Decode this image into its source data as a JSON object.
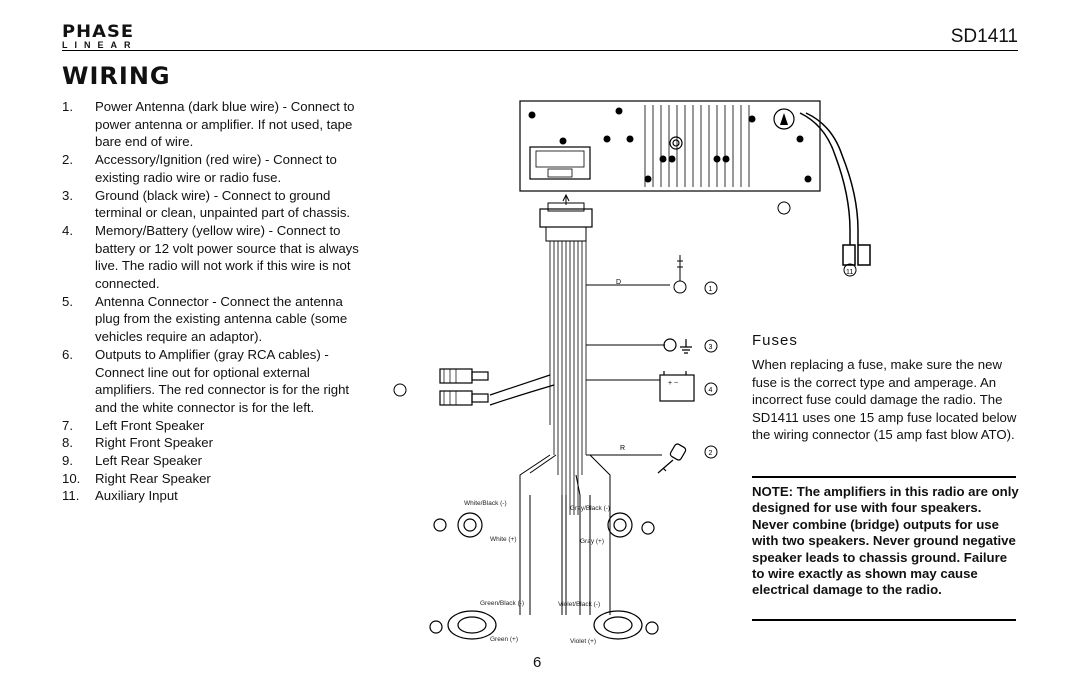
{
  "header": {
    "logo_top": "PHASE",
    "logo_bottom": "LINEAR",
    "model": "SD1411"
  },
  "section_title": "WIRING",
  "steps": [
    {
      "num": "1.",
      "text": "Power Antenna (dark blue wire) - Connect to power antenna or amplifier. If not used, tape bare end of wire."
    },
    {
      "num": "2.",
      "text": "Accessory/Ignition (red wire) - Connect to existing radio wire or radio fuse."
    },
    {
      "num": "3.",
      "text": "Ground (black wire) - Connect to ground terminal or clean, unpainted part of chassis."
    },
    {
      "num": "4.",
      "text": "Memory/Battery (yellow wire) - Connect to battery or 12 volt power source that is always live. The radio will not work if this wire is not connected."
    },
    {
      "num": "5.",
      "text": "Antenna Connector - Connect the antenna plug from the existing antenna cable (some vehicles require an adaptor)."
    },
    {
      "num": "6.",
      "text": "Outputs to Amplifier (gray RCA cables) - Connect line out for optional external amplifiers. The red connector is for the right and the white connector is for the left."
    },
    {
      "num": "7.",
      "text": "Left Front Speaker"
    },
    {
      "num": "8.",
      "text": "Right Front Speaker"
    },
    {
      "num": "9.",
      "text": "Left Rear Speaker"
    },
    {
      "num": "10.",
      "text": "Right Rear Speaker"
    },
    {
      "num": "11.",
      "text": "Auxiliary Input"
    }
  ],
  "fuses": {
    "heading": "Fuses",
    "body": "When replacing a fuse, make sure the new fuse is the correct type and amperage. An incorrect fuse could damage the radio. The SD1411 uses one 15 amp fuse located below the wiring connector (15 amp fast blow ATO)."
  },
  "note": "NOTE: The amplifiers in this radio are only designed for use with four speakers. Never combine (bridge) outputs for use with two speakers. Never ground negative speaker leads to chassis ground. Failure to wire exactly as shown may cause electrical damage to the radio.",
  "diagram": {
    "callouts": [
      "1",
      "2",
      "3",
      "4",
      "11"
    ],
    "wire_letters": [
      "D",
      "R"
    ],
    "battery_terminals": "+ −",
    "wire_labels": {
      "white_black": "White/Black (-)",
      "white": "White (+)",
      "gray_black": "Gray/Black (-)",
      "gray": "Gray (+)",
      "green_black": "Green/Black (-)",
      "green": "Green (+)",
      "violet_black": "Violet/Black (-)",
      "violet": "Violet (+)"
    }
  },
  "page_number": "6"
}
